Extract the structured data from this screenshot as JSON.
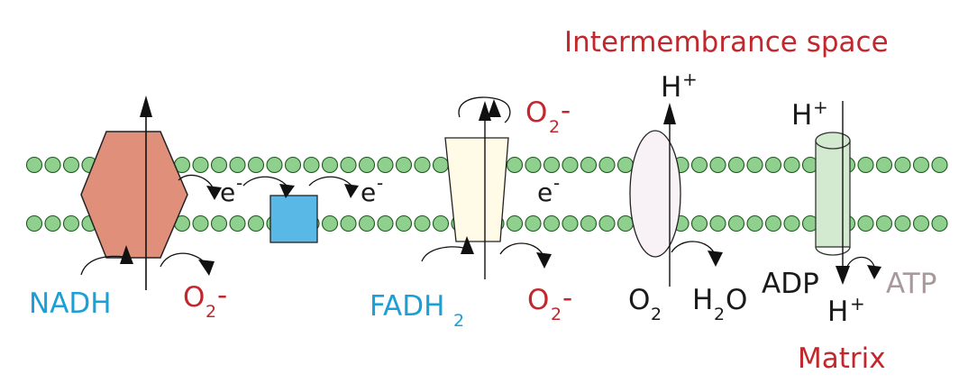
{
  "labels": {
    "intermembrance_space": "Intermembrance space",
    "matrix": "Matrix",
    "nadh": "NADH",
    "fadh": "FADH",
    "fadh_sub": "2",
    "o2": "O",
    "o2_sub": "2",
    "h2o_h": "H",
    "h2o_sub": "2",
    "h2o_o": "O",
    "adp": "ADP",
    "atp": "ATP",
    "h": "H",
    "plus": "+",
    "e": "e",
    "minus": "-",
    "superoxide_o": "O",
    "superoxide_sub": "2",
    "superoxide_minus": "-"
  },
  "colors": {
    "membrane_bead": "#8fd08f",
    "membrane_bead_stroke": "#1e5a1e",
    "complex1": "#e0907a",
    "q_square": "#5ab8e6",
    "complex2": "#fffbe6",
    "complex4": "#f8f2f6",
    "atp_synthase": "#d4ead0",
    "red_text": "#c1272d",
    "blue_text": "#1a9fd6",
    "atp_text": "#a89a9c"
  }
}
